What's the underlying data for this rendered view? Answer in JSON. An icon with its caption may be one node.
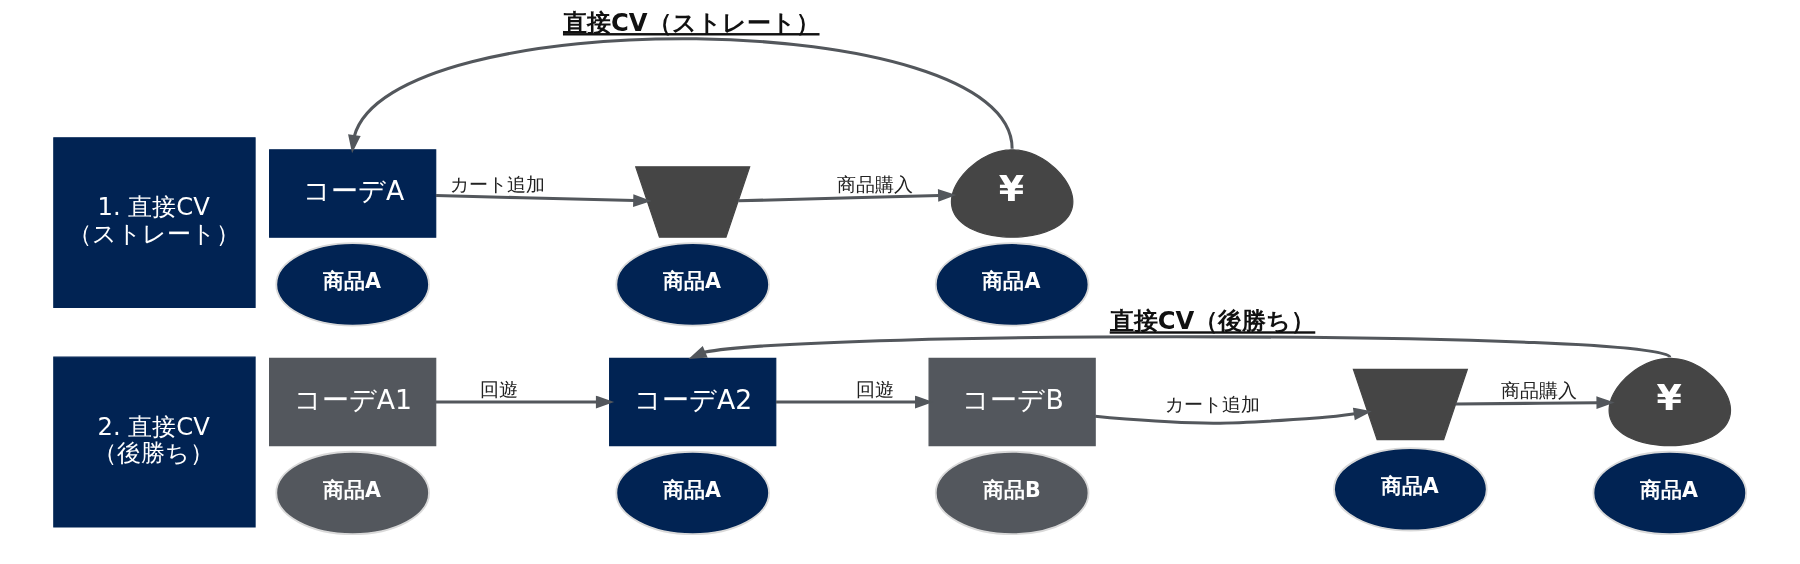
{
  "diagram": {
    "nodes": [
      {
        "text": [
          "1. 直接CV（ストレート）"
        ]
      },
      {
        "text": [
          "コーデA"
        ]
      },
      {
        "text": [
          "商品A"
        ]
      },
      {
        "text": [],
        "shape": "picture"
      },
      {
        "text": [
          "商品A"
        ]
      },
      {
        "text": [
          "¥"
        ]
      },
      {
        "text": [
          "商品A"
        ]
      },
      {
        "text": [
          "2. 直接CV（後勝ち）"
        ]
      },
      {
        "text": [
          "コーデA1"
        ]
      },
      {
        "text": [
          "商品A"
        ]
      },
      {
        "text": [
          "コーデA2"
        ]
      },
      {
        "text": [
          "商品A"
        ]
      },
      {
        "text": [
          "コーデB"
        ]
      },
      {
        "text": [
          "商品B"
        ]
      },
      {
        "text": [],
        "shape": "picture"
      },
      {
        "text": [
          "商品A"
        ]
      },
      {
        "text": [
          "¥"
        ]
      },
      {
        "text": [
          "商品A"
        ]
      }
    ],
    "edges": [
      {
        "from": 1,
        "to": 3,
        "arrow": "to",
        "label": "カート追加"
      },
      {
        "from": 3,
        "to": 5,
        "arrow": "to",
        "label": "商品購入"
      },
      {
        "from": 5,
        "to": 1,
        "arrow": "to",
        "label": "直接CV（ストレート）"
      },
      {
        "from": 8,
        "to": 10,
        "arrow": "to",
        "label": "回遊"
      },
      {
        "from": 10,
        "to": 12,
        "arrow": "to",
        "label": "回遊"
      },
      {
        "from": 12,
        "to": 14,
        "arrow": "to",
        "label": "カート追加"
      },
      {
        "from": 14,
        "to": 16,
        "arrow": "to",
        "label": "商品購入"
      },
      {
        "from": 16,
        "to": 10,
        "arrow": "to",
        "label": "直接CV（後勝ち）"
      }
    ]
  }
}
